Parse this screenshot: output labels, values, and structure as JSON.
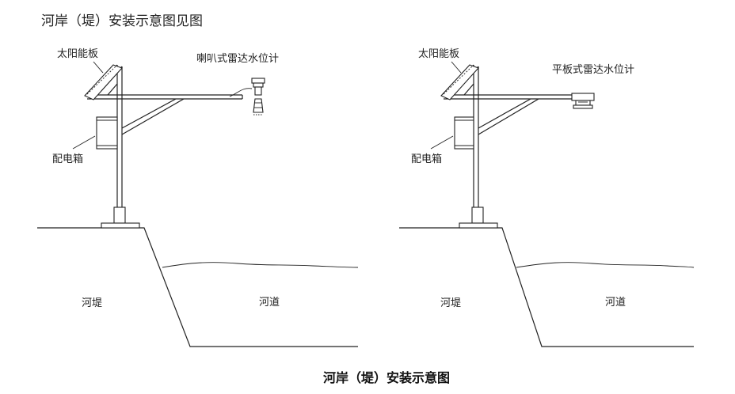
{
  "header": {
    "title": "河岸（堤）安装示意图见图"
  },
  "left_diagram": {
    "solar_panel": "太阳能板",
    "radar": "喇叭式雷达水位计",
    "box": "配电箱",
    "bank": "河堤",
    "channel": "河道"
  },
  "right_diagram": {
    "solar_panel": "太阳能板",
    "radar": "平板式雷达水位计",
    "box": "配电箱",
    "bank": "河堤",
    "channel": "河道"
  },
  "caption": "河岸（堤）安装示意图"
}
